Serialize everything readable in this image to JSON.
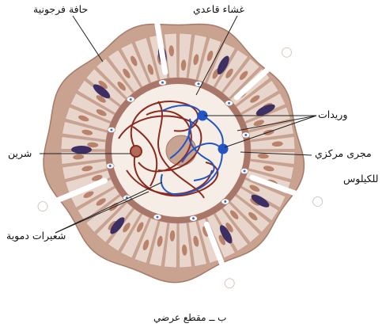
{
  "labels": {
    "brush_border": "حافة فرجونية",
    "basement_membrane": "غشاء قاعدي",
    "venules": "وريدات",
    "artery": "شرين",
    "central_lacteal_line1": "مجرى مركزي",
    "central_lacteal_line2": "للكيلوس",
    "capillaries": "شعيرات دموية"
  },
  "caption": "ب ــ مقطع عرضي",
  "colors": {
    "outer_tissue": "#c9a290",
    "cell": "#e8d5cb",
    "nucleus": "#b9826a",
    "dark_cell": "#3d2f63",
    "lamina": "#f6ede6",
    "artery": "#8b2a1e",
    "vein": "#2255c2",
    "lacteal": "#c9a392",
    "goblet_dot": "#3c6fd1"
  },
  "icons": [
    "blue-node-icon",
    "goblet-cell-icon"
  ]
}
